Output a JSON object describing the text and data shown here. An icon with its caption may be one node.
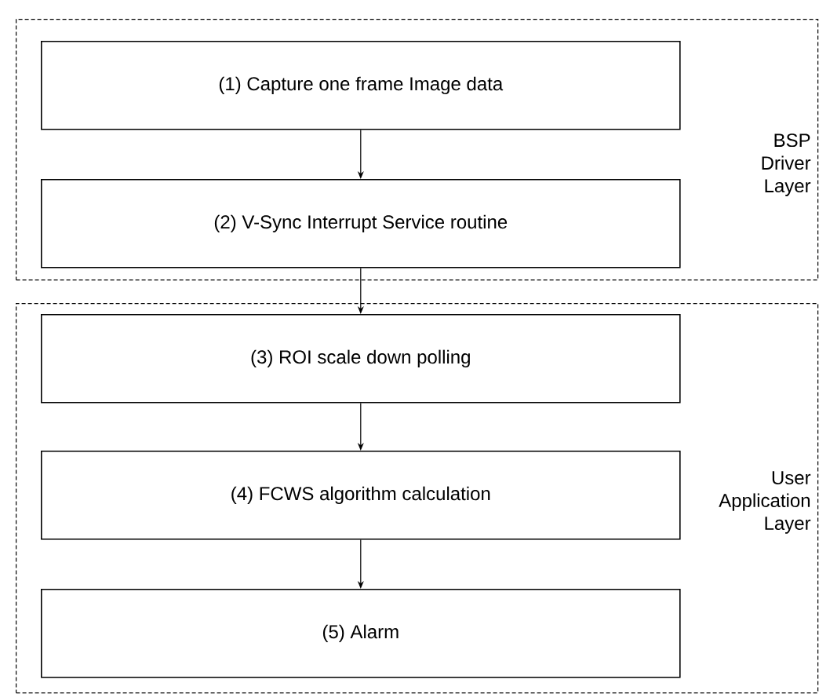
{
  "diagram": {
    "nodes": [
      {
        "text": [
          "BSP Driver Layer"
        ]
      },
      {
        "text": [
          "(1) Capture one frame Image data"
        ],
        "in": 0
      },
      {
        "text": [
          "(2) V-Sync Interrupt Service routine"
        ],
        "in": 0
      },
      {
        "text": [
          "User Application Layer"
        ]
      },
      {
        "text": [
          "(3) ROI scale down polling"
        ],
        "in": 3
      },
      {
        "text": [
          "(4) FCWS algorithm calculation"
        ],
        "in": 3
      },
      {
        "text": [
          "(5) Alarm"
        ],
        "in": 3
      }
    ],
    "edges": [
      {
        "from": 1,
        "to": 2,
        "arrow": "to"
      },
      {
        "from": 2,
        "to": 4,
        "arrow": "to"
      },
      {
        "from": 4,
        "to": 5,
        "arrow": "to"
      },
      {
        "from": 5,
        "to": 6,
        "arrow": "to"
      }
    ]
  }
}
